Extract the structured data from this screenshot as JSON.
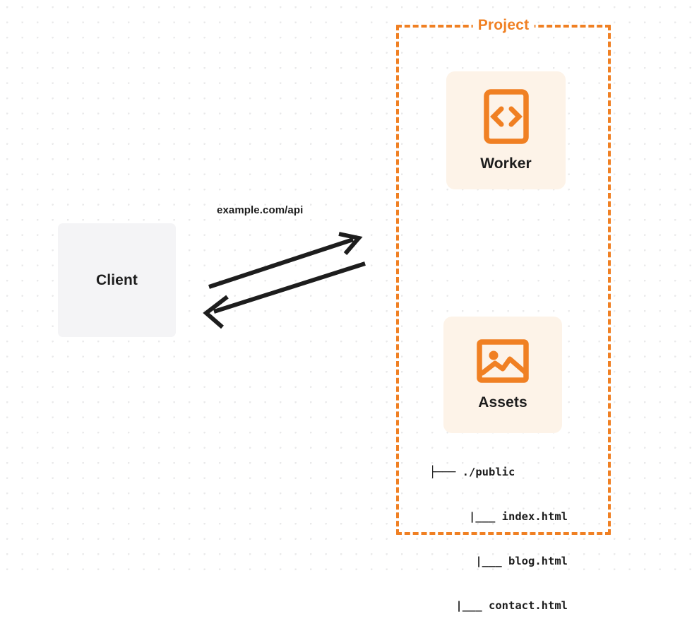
{
  "diagram": {
    "background": {
      "style": "dot-grid",
      "dot_color": "#e9e9ea",
      "page_color": "#ffffff"
    },
    "colors": {
      "accent_orange": "#f08023",
      "card_fill": "#fdf3e8",
      "client_fill": "#f4f4f6",
      "text": "#1d1d1d"
    },
    "client": {
      "label": "Client"
    },
    "project_group": {
      "title": "Project",
      "border_style": "dashed",
      "border_color": "#f08023"
    },
    "worker": {
      "label": "Worker",
      "icon": "code-brackets-icon"
    },
    "assets": {
      "label": "Assets",
      "icon": "image-icon",
      "file_tree": [
        "├─── ./public",
        "|___ index.html",
        "|___ blog.html",
        "|___ contact.html"
      ]
    },
    "connector": {
      "label": "example.com/api",
      "direction": "bidirectional",
      "color": "#1d1d1d"
    }
  }
}
